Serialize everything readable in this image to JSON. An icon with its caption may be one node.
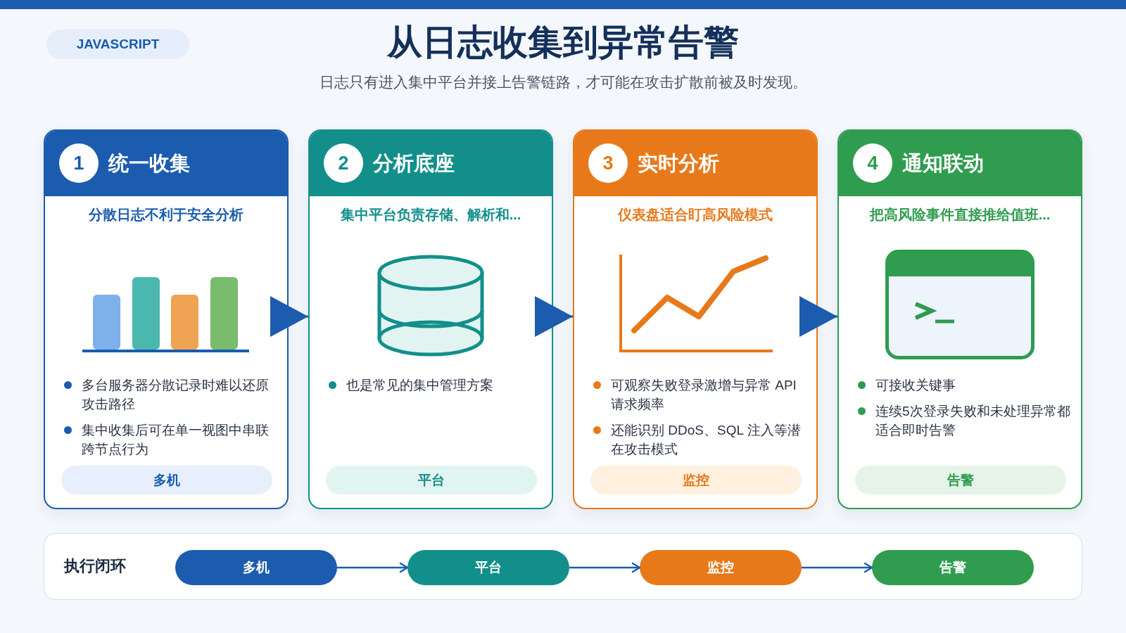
{
  "diagram": {
    "title": "从日志收集到异常告警",
    "caption": "日志只有进入集中平台并接上告警链路，才可能在攻击扩散前被及时发现。",
    "nodes": [
      {
        "text": [
          "JAVASCRIPT"
        ]
      },
      {
        "text": [
          "统一收集",
          "分散日志不利于安全分析",
          "多台服务器分散记录时难以还原攻击路径",
          "集中收集后可在单一视图中串联跨节点行为"
        ]
      },
      {
        "text": [
          "1"
        ],
        "in": 1
      },
      {
        "text": [
          "多机"
        ],
        "in": 1
      },
      {
        "text": [
          "分析底座",
          "集中平台负责存储、解析和...",
          "也是常见的集中管理方案"
        ]
      },
      {
        "text": [
          "2"
        ],
        "in": 4
      },
      {
        "text": [
          "平台"
        ],
        "in": 4
      },
      {
        "text": [
          "实时分析",
          "仪表盘适合盯高风险模式",
          "可观察失败登录激增与异常 API 请求频率",
          "还能识别 DDoS、SQL 注入等潜在攻击模式"
        ]
      },
      {
        "text": [
          "3"
        ],
        "in": 7
      },
      {
        "text": [
          "监控"
        ],
        "in": 7
      },
      {
        "text": [
          "通知联动",
          "把高风险事件直接推给值班...",
          "可接收关键事",
          "连续5次登录失败和未处理异常都适合即时告警"
        ]
      },
      {
        "text": [
          "4"
        ],
        "in": 10
      },
      {
        "text": [
          "告警"
        ],
        "in": 10
      },
      {
        "text": [
          "执行闭环"
        ]
      },
      {
        "text": [
          "多机"
        ],
        "in": 13
      },
      {
        "text": [
          "平台"
        ],
        "in": 13
      },
      {
        "text": [
          "监控"
        ],
        "in": 13
      },
      {
        "text": [
          "告警"
        ],
        "in": 13
      }
    ],
    "edges": [
      {
        "from": 1,
        "to": 4,
        "arrow": "to"
      },
      {
        "from": 4,
        "to": 7,
        "arrow": "to"
      },
      {
        "from": 7,
        "to": 10,
        "arrow": "to"
      },
      {
        "from": 14,
        "to": 15,
        "arrow": "to"
      },
      {
        "from": 15,
        "to": 16,
        "arrow": "to"
      },
      {
        "from": 16,
        "to": 17,
        "arrow": "to"
      }
    ]
  }
}
